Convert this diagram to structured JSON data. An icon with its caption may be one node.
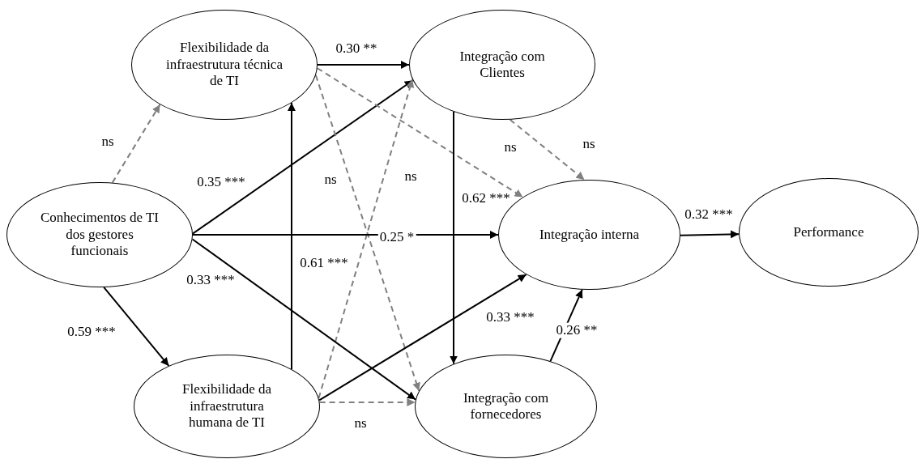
{
  "diagram": {
    "nodes": [
      {
        "text": [
          "Flexibilidade da infraestrutura técnica de TI"
        ]
      },
      {
        "text": [
          "Integração com Clientes"
        ]
      },
      {
        "text": [
          "Conhecimentos de TI dos gestores funcionais"
        ]
      },
      {
        "text": [
          "Integração interna"
        ]
      },
      {
        "text": [
          "Performance"
        ]
      },
      {
        "text": [
          "Flexibilidade da infraestrutura humana de TI"
        ]
      },
      {
        "text": [
          "Integração com fornecedores"
        ]
      }
    ],
    "edges": [
      {
        "from": 2,
        "to": 0,
        "arrow": "to",
        "label": "ns",
        "style": "dashed",
        "color": "#808080"
      },
      {
        "from": 0,
        "to": 1,
        "arrow": "to",
        "label": "0.30 **"
      },
      {
        "from": 2,
        "to": 1,
        "arrow": "to",
        "label": "0.35 ***"
      },
      {
        "from": 0,
        "to": 3,
        "arrow": "to",
        "label": "ns",
        "style": "dashed",
        "color": "#808080"
      },
      {
        "from": 1,
        "to": 3,
        "arrow": "to",
        "label": "ns",
        "style": "dashed",
        "color": "#808080"
      },
      {
        "from": 0,
        "to": 6,
        "arrow": "to",
        "label": "ns",
        "style": "dashed",
        "color": "#808080"
      },
      {
        "from": 5,
        "to": 1,
        "arrow": "to",
        "label": "ns",
        "style": "dashed",
        "color": "#808080"
      },
      {
        "from": 2,
        "to": 3,
        "arrow": "to",
        "label": "0.25 *"
      },
      {
        "from": 2,
        "to": 6,
        "arrow": "to",
        "label": "0.33 ***"
      },
      {
        "from": 5,
        "to": 0,
        "arrow": "to",
        "label": "0.61 ***"
      },
      {
        "from": 1,
        "to": 6,
        "arrow": "to",
        "label": "0.62 ***"
      },
      {
        "from": 2,
        "to": 5,
        "arrow": "to",
        "label": "0.59 ***"
      },
      {
        "from": 5,
        "to": 3,
        "arrow": "to",
        "label": "0.33 ***"
      },
      {
        "from": 6,
        "to": 3,
        "arrow": "to",
        "label": "0.26 **"
      },
      {
        "from": 5,
        "to": 6,
        "arrow": "to",
        "label": "ns",
        "style": "dashed",
        "color": "#808080"
      },
      {
        "from": 3,
        "to": 4,
        "arrow": "to",
        "label": "0.32 ***"
      }
    ]
  }
}
